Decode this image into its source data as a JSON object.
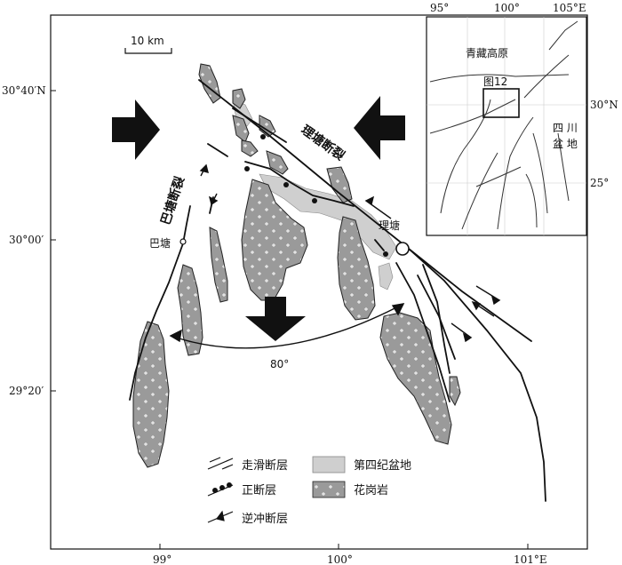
{
  "map": {
    "scale_bar": "10 km",
    "lat_ticks": [
      "30°40′N",
      "30°00′",
      "29°20′"
    ],
    "lon_ticks": [
      "99°",
      "100°",
      "101°E"
    ],
    "faults": {
      "litang": "理塘断裂",
      "batang": "巴塘断裂"
    },
    "places": {
      "batang": "巴塘",
      "litang": "理塘"
    },
    "angle": "80°"
  },
  "inset": {
    "lon_ticks": [
      "95°",
      "100°",
      "105°E"
    ],
    "lat_ticks": [
      "30°N",
      "25°"
    ],
    "plateau": "青藏高原",
    "figure_ref": "图12",
    "basin_line1": "四 川",
    "basin_line2": "盆 地"
  },
  "legend": {
    "strike_slip": "走滑断层",
    "normal": "正断层",
    "thrust": "逆冲断层",
    "quaternary": "第四纪盆地",
    "granite": "花岗岩"
  },
  "colors": {
    "granite": "#9a9a9a",
    "quaternary": "#cfcfcf",
    "line": "#111111"
  }
}
